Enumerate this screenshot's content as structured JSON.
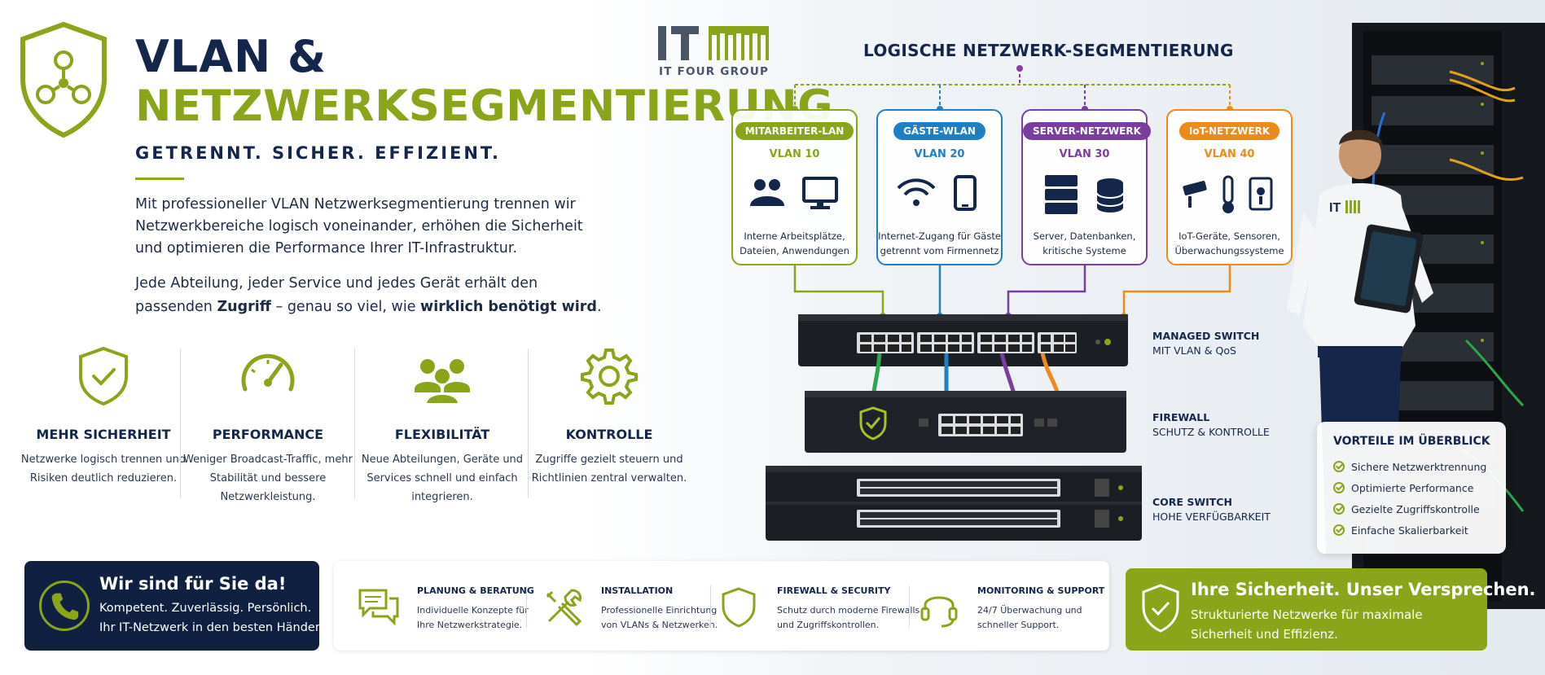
{
  "hero": {
    "title_line1": "VLAN &",
    "title_line2": "NETZWERKSEGMENTIERUNG",
    "tagline": "GETRENNT. SICHER. EFFIZIENT.",
    "intro1": "Mit professioneller VLAN Netzwerksegmentierung trennen wir Netzwerkbereiche logisch voneinander, erhöhen die Sicherheit und optimieren die Performance Ihrer IT-Infrastruktur.",
    "intro2_a": "Jede Abteilung, jeder Service und jedes Gerät erhält den passenden ",
    "intro2_b": "Zugriff",
    "intro2_c": " – genau so viel, wie ",
    "intro2_d": "wirklich benötigt wird",
    "intro2_e": "."
  },
  "features": [
    {
      "title": "MEHR SICHERHEIT",
      "text": "Netzwerke logisch trennen und Risiken deutlich reduzieren.",
      "icon": "shield-check-icon"
    },
    {
      "title": "PERFORMANCE",
      "text": "Weniger Broadcast-Traffic, mehr Stabilität und bessere Netzwerkleistung.",
      "icon": "speedometer-icon"
    },
    {
      "title": "FLEXIBILITÄT",
      "text": "Neue Abteilungen, Geräte und Services schnell und einfach integrieren.",
      "icon": "users-group-icon"
    },
    {
      "title": "KONTROLLE",
      "text": "Zugriffe gezielt steuern und Richtlinien zentral verwalten.",
      "icon": "gear-icon"
    }
  ],
  "logo": {
    "mark": "IT",
    "sub": "IT FOUR GROUP"
  },
  "network": {
    "title": "LOGISCHE NETZWERK-SEGMENTIERUNG",
    "vlans": [
      {
        "name": "MITARBEITER-LAN",
        "num": "VLAN 10",
        "text1": "Interne Arbeitsplätze,",
        "text2": "Dateien, Anwendungen",
        "color": "#8aa51a"
      },
      {
        "name": "GÄSTE-WLAN",
        "num": "VLAN 20",
        "text1": "Internet-Zugang für Gäste",
        "text2": "getrennt vom Firmennetz",
        "color": "#1f7fc4"
      },
      {
        "name": "SERVER-NETZWERK",
        "num": "VLAN 30",
        "text1": "Server, Datenbanken,",
        "text2": "kritische Systeme",
        "color": "#7a3ea0"
      },
      {
        "name": "IoT-NETZWERK",
        "num": "VLAN 40",
        "text1": "IoT-Geräte, Sensoren,",
        "text2": "Überwachungssysteme",
        "color": "#ec8a1c"
      }
    ],
    "hardware": [
      {
        "title": "MANAGED SWITCH",
        "sub": "MIT VLAN & QoS"
      },
      {
        "title": "FIREWALL",
        "sub": "SCHUTZ & KONTROLLE"
      },
      {
        "title": "CORE SWITCH",
        "sub": "HOHE VERFÜGBARKEIT"
      }
    ]
  },
  "advantages": {
    "title": "VORTEILE IM ÜBERBLICK",
    "items": [
      "Sichere Netzwerktrennung",
      "Optimierte Performance",
      "Gezielte Zugriffskontrolle",
      "Einfache Skalierbarkeit"
    ]
  },
  "contact": {
    "title": "Wir sind für Sie da!",
    "line1": "Kompetent. Zuverlässig. Persönlich.",
    "line2": "Ihr IT-Netzwerk in den besten Händen."
  },
  "services": [
    {
      "title": "PLANUNG & BERATUNG",
      "line1": "Individuelle Konzepte für",
      "line2": "Ihre Netzwerkstrategie.",
      "icon": "chat-bubbles-icon"
    },
    {
      "title": "INSTALLATION",
      "line1": "Professionelle Einrichtung",
      "line2": "von VLANs & Netzwerken.",
      "icon": "tools-icon"
    },
    {
      "title": "FIREWALL & SECURITY",
      "line1": "Schutz durch moderne Firewalls",
      "line2": "und Zugriffskontrollen.",
      "icon": "shield-icon"
    },
    {
      "title": "MONITORING & SUPPORT",
      "line1": "24/7 Überwachung und",
      "line2": "schneller Support.",
      "icon": "headset-icon"
    }
  ],
  "promise": {
    "title": "Ihre Sicherheit. Unser Versprechen.",
    "line1": "Strukturierte Netzwerke für maximale",
    "line2": "Sicherheit und Effizienz."
  },
  "colors": {
    "brand_green": "#8aa51a",
    "navy": "#14264a"
  }
}
